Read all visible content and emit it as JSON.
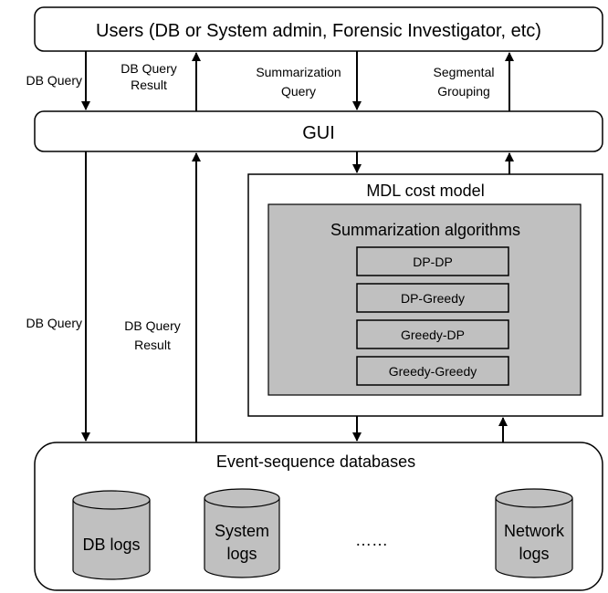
{
  "users": {
    "label": "Users (DB or System admin, Forensic Investigator, etc)"
  },
  "gui": {
    "label": "GUI"
  },
  "mdl": {
    "label": "MDL cost model"
  },
  "summarization": {
    "title": "Summarization algorithms",
    "algorithms": [
      "DP-DP",
      "DP-Greedy",
      "Greedy-DP",
      "Greedy-Greedy"
    ]
  },
  "databases": {
    "title": "Event-sequence databases",
    "cylinders": [
      {
        "lines": [
          "DB logs"
        ]
      },
      {
        "lines": [
          "System",
          "logs"
        ]
      },
      {
        "lines": [
          "Network",
          "logs"
        ]
      }
    ],
    "ellipsis": "……"
  },
  "arrows": {
    "top": {
      "db_query": "DB Query",
      "db_query_result": [
        "DB Query",
        "Result"
      ],
      "summarization_query": [
        "Summarization",
        "Query"
      ],
      "segmental_grouping": [
        "Segmental",
        "Grouping"
      ]
    },
    "bottom": {
      "db_query": "DB Query",
      "db_query_result": [
        "DB Query",
        "Result"
      ]
    }
  },
  "colors": {
    "gray_fill": "#c0c0c0",
    "stroke": "#000000",
    "background": "#ffffff"
  }
}
